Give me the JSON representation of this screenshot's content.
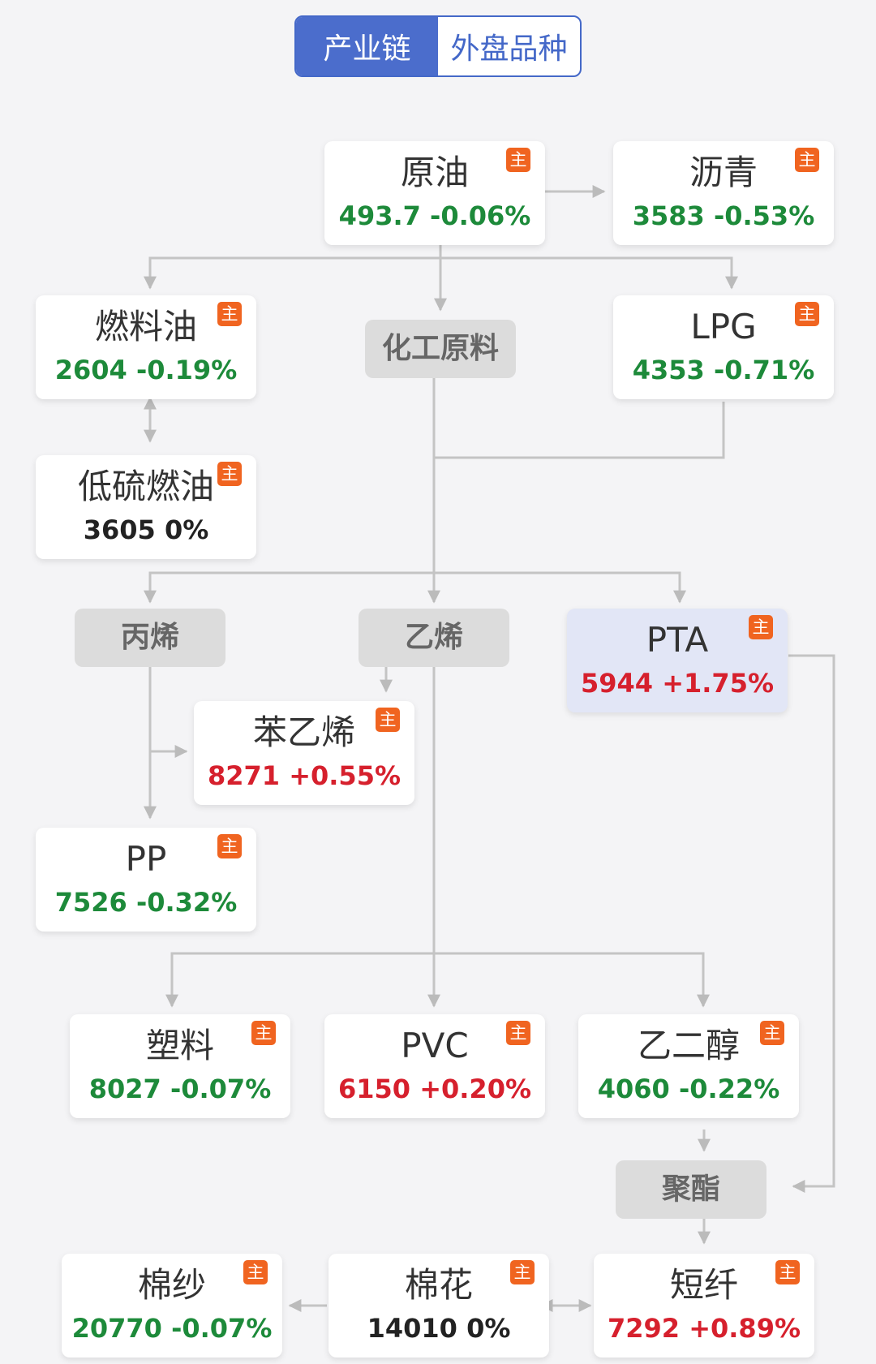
{
  "tabs": {
    "industry_chain": "产业链",
    "foreign_varieties": "外盘品种"
  },
  "badge_label": "主",
  "colors": {
    "up": "#d6202d",
    "down": "#1d8a3a",
    "flat": "#222222",
    "accent": "#4b6dcc",
    "badge": "#f06420"
  },
  "nodes": {
    "crude_oil": {
      "name": "原油",
      "value": "493.7 -0.06%"
    },
    "asphalt": {
      "name": "沥青",
      "value": "3583 -0.53%"
    },
    "fuel_oil": {
      "name": "燃料油",
      "value": "2604 -0.19%"
    },
    "lpg": {
      "name": "LPG",
      "value": "4353 -0.71%"
    },
    "lsfo": {
      "name": "低硫燃油",
      "value": "3605 0%"
    },
    "pta": {
      "name": "PTA",
      "value": "5944 +1.75%"
    },
    "styrene": {
      "name": "苯乙烯",
      "value": "8271 +0.55%"
    },
    "pp": {
      "name": "PP",
      "value": "7526 -0.32%"
    },
    "plastic": {
      "name": "塑料",
      "value": "8027 -0.07%"
    },
    "pvc": {
      "name": "PVC",
      "value": "6150 +0.20%"
    },
    "meg": {
      "name": "乙二醇",
      "value": "4060 -0.22%"
    },
    "cotton_yarn": {
      "name": "棉纱",
      "value": "20770 -0.07%"
    },
    "cotton": {
      "name": "棉花",
      "value": "14010 0%"
    },
    "psf": {
      "name": "短纤",
      "value": "7292 +0.89%"
    }
  },
  "categories": {
    "chemical_feedstock": "化工原料",
    "propylene": "丙烯",
    "ethylene": "乙烯",
    "polyester": "聚酯"
  }
}
